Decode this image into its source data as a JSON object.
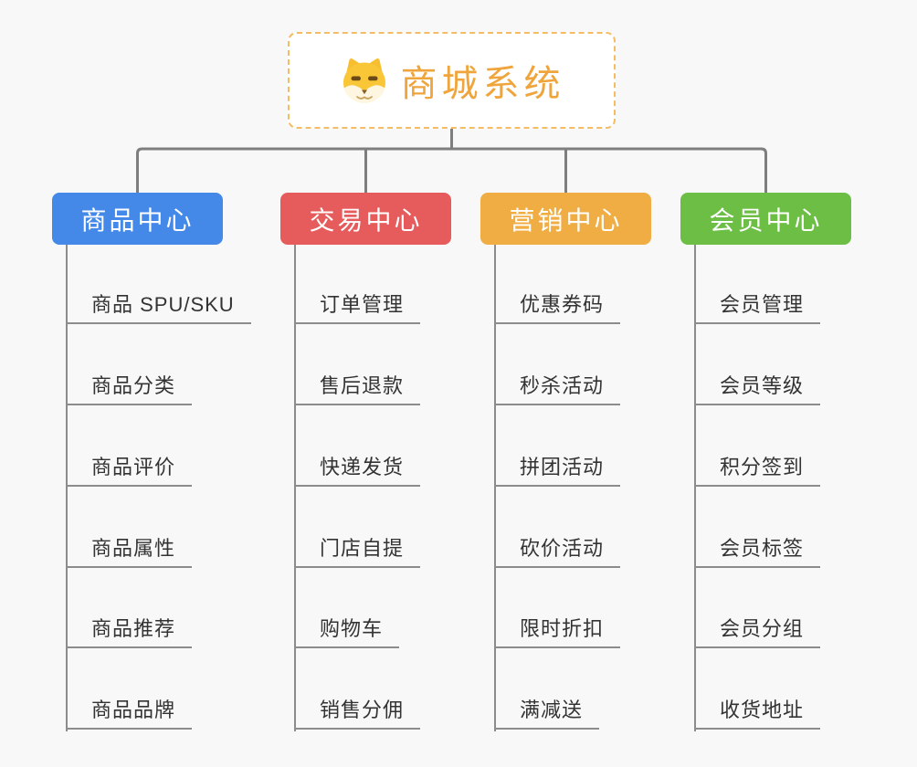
{
  "root": {
    "title": "商城系统",
    "icon": "dog-face-icon"
  },
  "branches": [
    {
      "label": "商品中心",
      "color": "#4489E8",
      "items": [
        "商品 SPU/SKU",
        "商品分类",
        "商品评价",
        "商品属性",
        "商品推荐",
        "商品品牌"
      ]
    },
    {
      "label": "交易中心",
      "color": "#E65B5B",
      "items": [
        "订单管理",
        "售后退款",
        "快递发货",
        "门店自提",
        "购物车",
        "销售分佣"
      ]
    },
    {
      "label": "营销中心",
      "color": "#EFAD43",
      "items": [
        "优惠券码",
        "秒杀活动",
        "拼团活动",
        "砍价活动",
        "限时折扣",
        "满减送"
      ]
    },
    {
      "label": "会员中心",
      "color": "#6CBE45",
      "items": [
        "会员管理",
        "会员等级",
        "积分签到",
        "会员标签",
        "会员分组",
        "收货地址"
      ]
    }
  ],
  "colors": {
    "background": "#F8F8F8",
    "connector_line": "#7E7E7E",
    "leaf_underline": "#8C8C8C",
    "root_border": "#F4BC64",
    "root_text": "#EFA53C"
  }
}
